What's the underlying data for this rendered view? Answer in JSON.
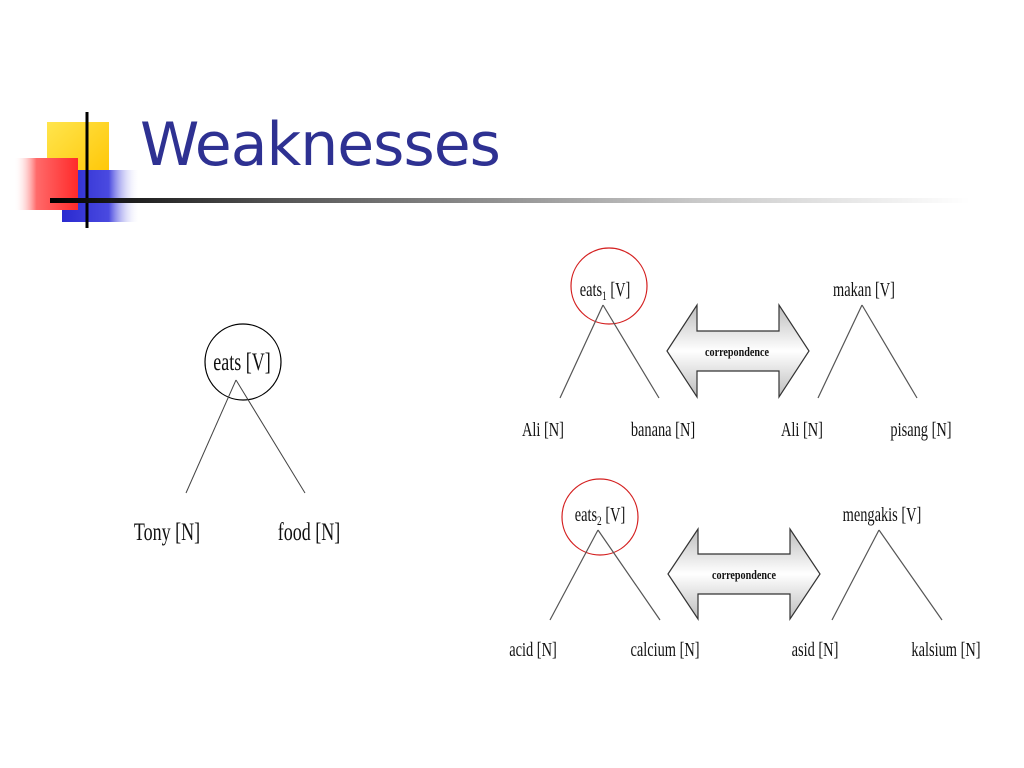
{
  "slide": {
    "title": "Weaknesses"
  },
  "tree_left": {
    "root": "eats [V]",
    "left": "Tony [N]",
    "right": "food [N]"
  },
  "top_row": {
    "src": {
      "root_base": "eats",
      "root_sub": "1",
      "root_tag": " [V]",
      "left": "Ali [N]",
      "right": "banana [N]"
    },
    "arrow_label": "correpondence",
    "tgt": {
      "root": "makan [V]",
      "left": "Ali [N]",
      "right": "pisang [N]"
    }
  },
  "bottom_row": {
    "src": {
      "root_base": "eats",
      "root_sub": "2",
      "root_tag": " [V]",
      "left": "acid [N]",
      "right": "calcium [N]"
    },
    "arrow_label": "correpondence",
    "tgt": {
      "root": "mengakis [V]",
      "left": "asid [N]",
      "right": "kalsium [N]"
    }
  },
  "colors": {
    "title": "#2e3192",
    "highlight_circle": "#d42020",
    "deco_yellow": "#ffd200",
    "deco_blue": "#3333cc",
    "deco_red": "#ff3b3b"
  }
}
